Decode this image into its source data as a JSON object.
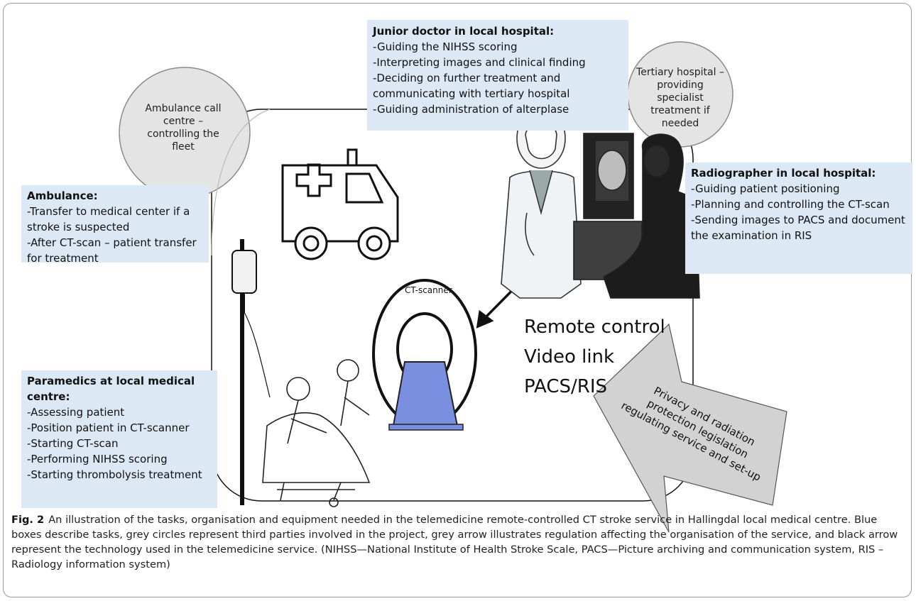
{
  "boxes": {
    "junior": {
      "title": "Junior doctor in local hospital:",
      "items": [
        "-Guiding the NIHSS scoring",
        "-Interpreting images and clinical finding",
        "-Deciding on further treatment and communicating with tertiary hospital",
        "-Guiding administration of alterplase"
      ]
    },
    "radiographer": {
      "title": "Radiographer in local hospital:",
      "items": [
        "-Guiding patient positioning",
        "-Planning and controlling the CT-scan",
        "-Sending images to PACS and document the examination in RIS"
      ]
    },
    "ambulance": {
      "title": "Ambulance:",
      "items": [
        "-Transfer to medical center if a stroke is suspected",
        "-After CT-scan – patient transfer for treatment"
      ]
    },
    "paramedics": {
      "title": "Paramedics at local medical centre:",
      "items": [
        "-Assessing patient",
        "-Position patient in CT-scanner",
        "-Starting CT-scan",
        "-Performing NIHSS scoring",
        "-Starting thrombolysis treatment"
      ]
    }
  },
  "circles": {
    "ambulance_call": "Ambulance call centre – controlling the fleet",
    "tertiary": "Tertiary hospital – providing specialist treatment if needed"
  },
  "ct_scanner_label": "CT-scanner",
  "technology": [
    "Remote control",
    "Video link",
    "PACS/RIS"
  ],
  "regulation_arrow": [
    "Privacy and radiation",
    "protection legislation",
    "regulating service and set-up"
  ],
  "caption": {
    "label": "Fig. 2",
    "text": "An illustration of the tasks, organisation and equipment needed in the telemedicine remote-controlled CT stroke service in Hallingdal local medical centre. Blue boxes describe tasks, grey circles represent third parties involved in the project, grey arrow illustrates regulation affecting the organisation of the service, and black arrow represent the technology used in the telemedicine service. (NIHSS—National Institute of Health Stroke Scale, PACS—Picture archiving and communication system, RIS – Radiology information system)"
  },
  "colors": {
    "box_fill": "#dce9f5",
    "circle_fill": "#e4e4e4",
    "scanner_blue": "#7b8fe0",
    "arrow_grey": "#d2d2d2"
  }
}
